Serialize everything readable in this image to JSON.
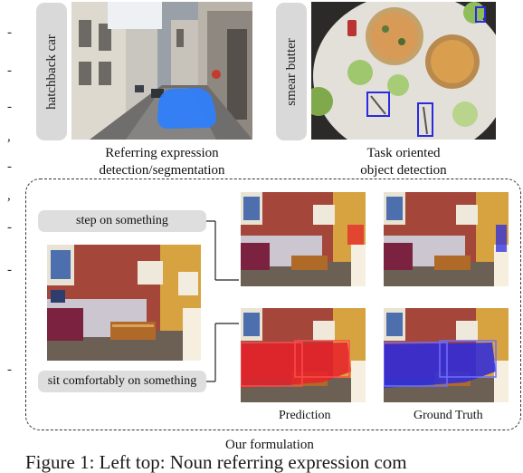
{
  "top_left": {
    "tag": "hatchback car",
    "caption_line1": "Referring expression",
    "caption_line2": "detection/segmentation"
  },
  "top_right": {
    "tag": "smear butter",
    "caption_line1": "Task oriented",
    "caption_line2": "object detection"
  },
  "formulation": {
    "query1": "step on something",
    "query2": "sit comfortably on something",
    "prediction_label": "Prediction",
    "ground_truth_label": "Ground Truth",
    "title": "Our formulation"
  },
  "figure_caption": "Figure 1: Left top: Noun referring expression com",
  "margin_glyphs": [
    "-",
    "-",
    "-",
    ",",
    "-",
    ",",
    "-",
    "-",
    "-"
  ],
  "colors": {
    "segmentation_blue": "#2f7fff",
    "prediction_red": "#e8202a",
    "ground_truth_blue": "#2a2ae0",
    "pill_gray": "#dedede"
  }
}
